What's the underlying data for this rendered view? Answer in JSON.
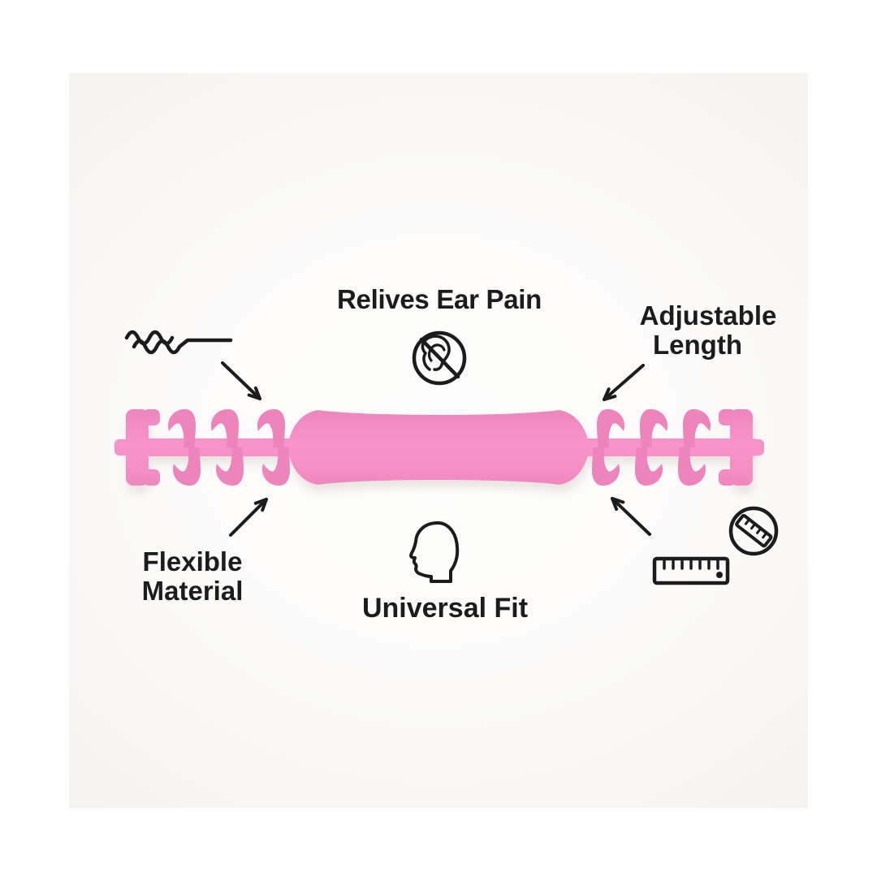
{
  "page": {
    "title": "Mask Extender Strap Feature Infographic"
  },
  "canvas": {
    "background": "#FFFFFF",
    "photo_background": "#FBFAF9"
  },
  "product": {
    "name": "pink silicone mask extender ear-saver strap",
    "color_main": "#F48FC5",
    "color_shade_top": "#ED84BC",
    "color_highlight": "#F794CA",
    "color_shade_bottom": "#EE86BC",
    "shadow_color": "#D6CFC9"
  },
  "ink_color": "#1C1C1C",
  "features": [
    {
      "label": "Relives Ear Pain",
      "icon": "ear-crossed-icon",
      "position": "top-center"
    },
    {
      "label_line1": "Adjustable",
      "label_line2": "Length",
      "icon": "diagonal-ruler-badge-icon",
      "position": "top-right"
    },
    {
      "label_line1": "Flexible",
      "label_line2": "Material",
      "icon": "wavy-lines-icon",
      "position": "bottom-left"
    },
    {
      "label": "Universal Fit",
      "icon": "head-profile-icon",
      "position": "bottom-center"
    }
  ],
  "icons": [
    "wavy-lines-icon",
    "ear-crossed-icon",
    "head-profile-icon",
    "diagonal-ruler-badge-icon",
    "ruler-icon"
  ]
}
